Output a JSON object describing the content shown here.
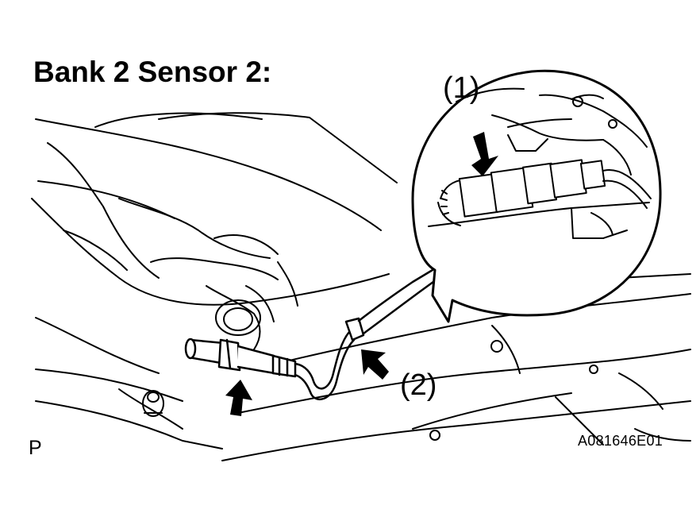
{
  "title": "Bank 2 Sensor 2:",
  "callouts": {
    "connector": "(1)",
    "clamp": "(2)"
  },
  "corner_mark": "P",
  "figure_code": "A081646E01",
  "icons": {
    "arrow": "arrow-icon"
  },
  "colors": {
    "line": "#000000",
    "background": "#ffffff"
  }
}
